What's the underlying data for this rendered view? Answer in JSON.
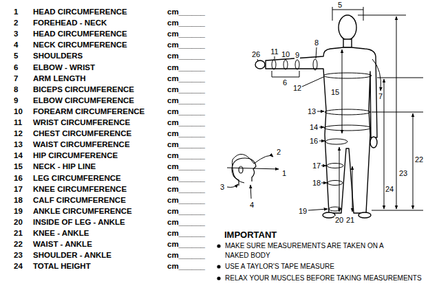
{
  "diagram": {
    "labels": [
      "1",
      "HEAD CIRCUMFERENCE",
      "cm______",
      "2",
      "FOREHEAD - NECK",
      "cm______",
      "3",
      "HEAD CIRCUMFERENCE",
      "cm______",
      "4",
      "NECK CIRCUMFERENCE",
      "cm______",
      "5",
      "SHOULDERS",
      "cm______",
      "6",
      "ELBOW  - WRIST",
      "cm______",
      "7",
      "ARM LENGTH",
      "cm______",
      "8",
      "BICEPS CIRCUMFERENCE",
      "cm______",
      "9",
      "ELBOW CIRCUMFERENCE",
      "cm______",
      "10",
      "FOREARM CIRCUMFERENCE",
      "cm______",
      "11",
      "WRIST CIRCUMFERENCE",
      "cm______",
      "12",
      "CHEST CIRCUMFERENCE",
      "cm______",
      "13",
      "WAIST CIRCUMFERENCE",
      "cm______",
      "14",
      "HIP CIRCUMFERENCE",
      "cm______",
      "15",
      "NECK - HIP LINE",
      "cm______",
      "16",
      "LEG CIRCUMFERENCE",
      "cm______",
      "17",
      "KNEE CIRCUMFERENCE",
      "cm______",
      "18",
      "CALF CIRCUMFERENCE",
      "cm______",
      "19",
      "ANKLE CIRCUMFERENCE",
      "cm______",
      "20",
      "INSIDE OF LEG - ANKLE",
      "cm______",
      "21",
      "KNEE - ANKLE",
      "cm______",
      "22",
      "WAIST - ANKLE",
      "cm______",
      "23",
      "SHOULDER - ANKLE",
      "cm______",
      "24",
      "TOTAL HEIGHT",
      "cm______",
      "IMPORTANT",
      "MAKE SURE MEASUREMENTS ARE TAKEN ON A NAKED BODY",
      "USE A TAYLOR'S TAPE MEASURE",
      "RELAX YOUR MUSCLES BEFORE TAKING MEASUREMENTS",
      "5",
      "26",
      "11",
      "10",
      "9",
      "8",
      "6",
      "12",
      "15",
      "7",
      "13",
      "14",
      "16",
      "22",
      "23",
      "24",
      "17",
      "18",
      "19",
      "20",
      "21",
      "2",
      "1",
      "3",
      "4"
    ]
  }
}
